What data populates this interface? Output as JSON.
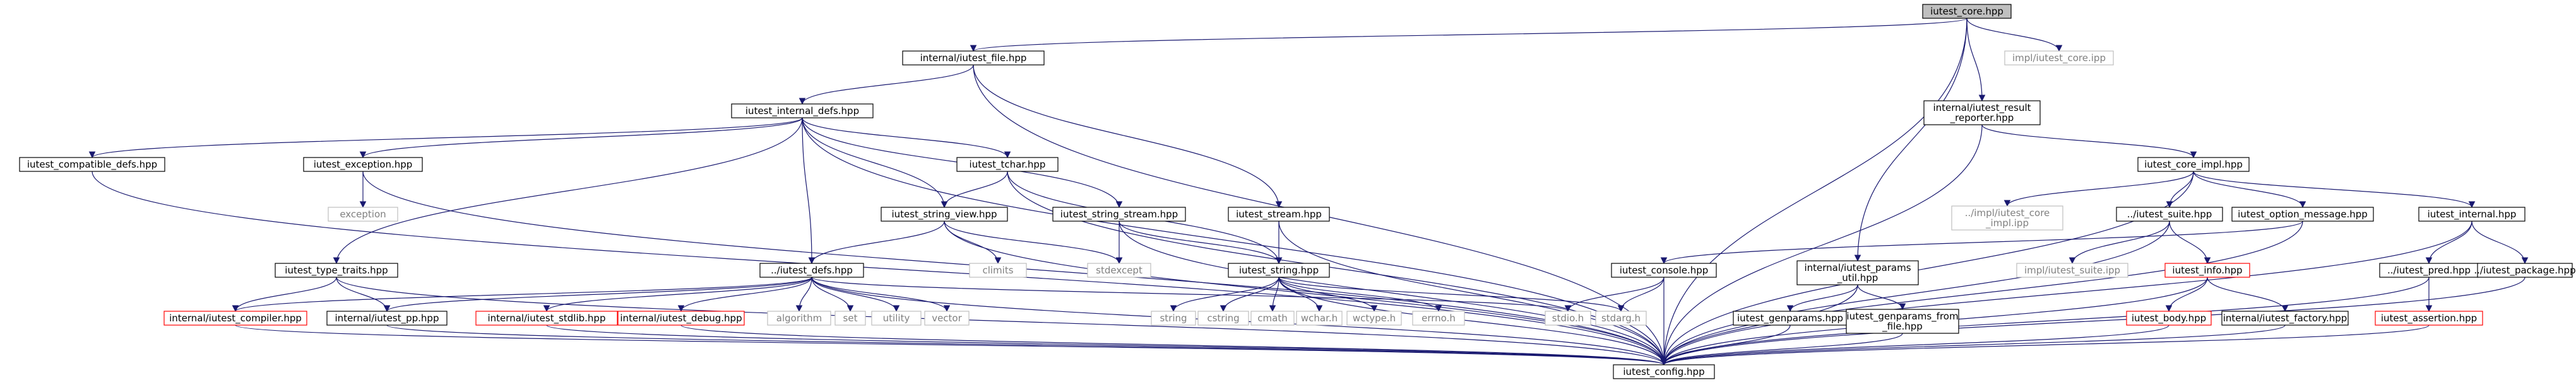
{
  "colors": {
    "edge": "#191970",
    "node_border": "#000000",
    "node_fill": "#ffffff",
    "root_fill": "#bfbfbf",
    "missing_border": "#bfbfbf",
    "missing_text": "#808080",
    "missing_fill": "#ffffff",
    "broken_border": "#ff0000",
    "text": "#000000"
  },
  "nodes": [
    {
      "id": "core",
      "lines": [
        "iutest_core.hpp"
      ],
      "kind": "root"
    },
    {
      "id": "file",
      "lines": [
        "internal/iutest_file.hpp"
      ],
      "kind": "normal"
    },
    {
      "id": "core_ipp",
      "lines": [
        "impl/iutest_core.ipp"
      ],
      "kind": "missing"
    },
    {
      "id": "internal_defs",
      "lines": [
        "iutest_internal_defs.hpp"
      ],
      "kind": "normal"
    },
    {
      "id": "result_reporter",
      "lines": [
        "internal/iutest_result",
        "_reporter.hpp"
      ],
      "kind": "normal"
    },
    {
      "id": "compatible_defs",
      "lines": [
        "iutest_compatible_defs.hpp"
      ],
      "kind": "normal"
    },
    {
      "id": "exception_hpp",
      "lines": [
        "iutest_exception.hpp"
      ],
      "kind": "normal"
    },
    {
      "id": "tchar",
      "lines": [
        "iutest_tchar.hpp"
      ],
      "kind": "normal"
    },
    {
      "id": "core_impl",
      "lines": [
        "iutest_core_impl.hpp"
      ],
      "kind": "normal"
    },
    {
      "id": "exception",
      "lines": [
        "exception"
      ],
      "kind": "missing"
    },
    {
      "id": "string_view",
      "lines": [
        "iutest_string_view.hpp"
      ],
      "kind": "normal"
    },
    {
      "id": "string_stream",
      "lines": [
        "iutest_string_stream.hpp"
      ],
      "kind": "normal"
    },
    {
      "id": "stream",
      "lines": [
        "iutest_stream.hpp"
      ],
      "kind": "normal"
    },
    {
      "id": "core_impl_ipp",
      "lines": [
        "../impl/iutest_core",
        "_impl.ipp"
      ],
      "kind": "missing"
    },
    {
      "id": "suite",
      "lines": [
        "../iutest_suite.hpp"
      ],
      "kind": "normal"
    },
    {
      "id": "option_message",
      "lines": [
        "iutest_option_message.hpp"
      ],
      "kind": "normal"
    },
    {
      "id": "internal_hpp",
      "lines": [
        "iutest_internal.hpp"
      ],
      "kind": "normal"
    },
    {
      "id": "type_traits",
      "lines": [
        "iutest_type_traits.hpp"
      ],
      "kind": "normal"
    },
    {
      "id": "defs",
      "lines": [
        "../iutest_defs.hpp"
      ],
      "kind": "normal"
    },
    {
      "id": "climits",
      "lines": [
        "climits"
      ],
      "kind": "missing"
    },
    {
      "id": "stdexcept",
      "lines": [
        "stdexcept"
      ],
      "kind": "missing"
    },
    {
      "id": "string_hpp",
      "lines": [
        "iutest_string.hpp"
      ],
      "kind": "normal"
    },
    {
      "id": "console",
      "lines": [
        "iutest_console.hpp"
      ],
      "kind": "normal"
    },
    {
      "id": "params_util",
      "lines": [
        "internal/iutest_params",
        "_util.hpp"
      ],
      "kind": "normal"
    },
    {
      "id": "suite_ipp",
      "lines": [
        "impl/iutest_suite.ipp"
      ],
      "kind": "missing"
    },
    {
      "id": "info",
      "lines": [
        "iutest_info.hpp"
      ],
      "kind": "broken"
    },
    {
      "id": "pred",
      "lines": [
        "../iutest_pred.hpp"
      ],
      "kind": "normal"
    },
    {
      "id": "package",
      "lines": [
        "../iutest_package.hpp"
      ],
      "kind": "normal"
    },
    {
      "id": "compiler",
      "lines": [
        "internal/iutest_compiler.hpp"
      ],
      "kind": "broken"
    },
    {
      "id": "pp",
      "lines": [
        "internal/iutest_pp.hpp"
      ],
      "kind": "normal"
    },
    {
      "id": "stdlib",
      "lines": [
        "internal/iutest_stdlib.hpp"
      ],
      "kind": "broken"
    },
    {
      "id": "debug",
      "lines": [
        "internal/iutest_debug.hpp"
      ],
      "kind": "broken"
    },
    {
      "id": "algorithm",
      "lines": [
        "algorithm"
      ],
      "kind": "missing"
    },
    {
      "id": "set",
      "lines": [
        "set"
      ],
      "kind": "missing"
    },
    {
      "id": "utility",
      "lines": [
        "utility"
      ],
      "kind": "missing"
    },
    {
      "id": "vector",
      "lines": [
        "vector"
      ],
      "kind": "missing"
    },
    {
      "id": "string",
      "lines": [
        "string"
      ],
      "kind": "missing"
    },
    {
      "id": "cstring",
      "lines": [
        "cstring"
      ],
      "kind": "missing"
    },
    {
      "id": "cmath",
      "lines": [
        "cmath"
      ],
      "kind": "missing"
    },
    {
      "id": "wchar",
      "lines": [
        "wchar.h"
      ],
      "kind": "missing"
    },
    {
      "id": "wctype",
      "lines": [
        "wctype.h"
      ],
      "kind": "missing"
    },
    {
      "id": "errno",
      "lines": [
        "errno.h"
      ],
      "kind": "missing"
    },
    {
      "id": "stdio",
      "lines": [
        "stdio.h"
      ],
      "kind": "missing"
    },
    {
      "id": "stdarg",
      "lines": [
        "stdarg.h"
      ],
      "kind": "missing"
    },
    {
      "id": "genparams",
      "lines": [
        "iutest_genparams.hpp"
      ],
      "kind": "normal"
    },
    {
      "id": "genparams_from_file",
      "lines": [
        "iutest_genparams_from",
        "_file.hpp"
      ],
      "kind": "normal"
    },
    {
      "id": "body",
      "lines": [
        "iutest_body.hpp"
      ],
      "kind": "broken"
    },
    {
      "id": "factory",
      "lines": [
        "internal/iutest_factory.hpp"
      ],
      "kind": "normal"
    },
    {
      "id": "assertion",
      "lines": [
        "iutest_assertion.hpp"
      ],
      "kind": "broken"
    },
    {
      "id": "config",
      "lines": [
        "iutest_config.hpp"
      ],
      "kind": "normal"
    }
  ],
  "edges": [
    [
      "core",
      "file"
    ],
    [
      "core",
      "core_ipp"
    ],
    [
      "core",
      "result_reporter"
    ],
    [
      "core",
      "params_util"
    ],
    [
      "core",
      "config"
    ],
    [
      "file",
      "internal_defs"
    ],
    [
      "file",
      "stream"
    ],
    [
      "file",
      "config"
    ],
    [
      "internal_defs",
      "compatible_defs"
    ],
    [
      "internal_defs",
      "exception_hpp"
    ],
    [
      "internal_defs",
      "tchar"
    ],
    [
      "internal_defs",
      "string_view"
    ],
    [
      "internal_defs",
      "string_stream"
    ],
    [
      "internal_defs",
      "type_traits"
    ],
    [
      "internal_defs",
      "defs"
    ],
    [
      "internal_defs",
      "config"
    ],
    [
      "compatible_defs",
      "config"
    ],
    [
      "exception_hpp",
      "exception"
    ],
    [
      "exception_hpp",
      "config"
    ],
    [
      "tchar",
      "string_view"
    ],
    [
      "tchar",
      "string_hpp"
    ],
    [
      "tchar",
      "config"
    ],
    [
      "string_view",
      "defs"
    ],
    [
      "string_view",
      "climits"
    ],
    [
      "string_view",
      "stdexcept"
    ],
    [
      "string_view",
      "config"
    ],
    [
      "string_stream",
      "stdexcept"
    ],
    [
      "string_stream",
      "string_hpp"
    ],
    [
      "string_stream",
      "config"
    ],
    [
      "stream",
      "string_hpp"
    ],
    [
      "stream",
      "config"
    ],
    [
      "result_reporter",
      "core_impl"
    ],
    [
      "result_reporter",
      "config"
    ],
    [
      "core_impl",
      "core_impl_ipp"
    ],
    [
      "core_impl",
      "suite"
    ],
    [
      "core_impl",
      "option_message"
    ],
    [
      "core_impl",
      "internal_hpp"
    ],
    [
      "core_impl",
      "config"
    ],
    [
      "suite",
      "suite_ipp"
    ],
    [
      "suite",
      "info"
    ],
    [
      "suite",
      "config"
    ],
    [
      "option_message",
      "console"
    ],
    [
      "option_message",
      "config"
    ],
    [
      "internal_hpp",
      "pred"
    ],
    [
      "internal_hpp",
      "package"
    ],
    [
      "internal_hpp",
      "config"
    ],
    [
      "type_traits",
      "compiler"
    ],
    [
      "type_traits",
      "pp"
    ],
    [
      "type_traits",
      "config"
    ],
    [
      "defs",
      "compiler"
    ],
    [
      "defs",
      "pp"
    ],
    [
      "defs",
      "stdlib"
    ],
    [
      "defs",
      "debug"
    ],
    [
      "defs",
      "algorithm"
    ],
    [
      "defs",
      "set"
    ],
    [
      "defs",
      "utility"
    ],
    [
      "defs",
      "vector"
    ],
    [
      "defs",
      "stdio"
    ],
    [
      "defs",
      "config"
    ],
    [
      "string_hpp",
      "string"
    ],
    [
      "string_hpp",
      "cstring"
    ],
    [
      "string_hpp",
      "cmath"
    ],
    [
      "string_hpp",
      "wchar"
    ],
    [
      "string_hpp",
      "wctype"
    ],
    [
      "string_hpp",
      "errno"
    ],
    [
      "string_hpp",
      "stdarg"
    ],
    [
      "string_hpp",
      "config"
    ],
    [
      "console",
      "stdio"
    ],
    [
      "console",
      "stdarg"
    ],
    [
      "console",
      "config"
    ],
    [
      "params_util",
      "genparams"
    ],
    [
      "params_util",
      "genparams_from_file"
    ],
    [
      "params_util",
      "config"
    ],
    [
      "genparams",
      "config"
    ],
    [
      "genparams_from_file",
      "config"
    ],
    [
      "info",
      "body"
    ],
    [
      "info",
      "factory"
    ],
    [
      "info",
      "config"
    ],
    [
      "body",
      "config"
    ],
    [
      "factory",
      "config"
    ],
    [
      "pred",
      "assertion"
    ],
    [
      "pred",
      "config"
    ],
    [
      "assertion",
      "config"
    ],
    [
      "package",
      "config"
    ],
    [
      "pp",
      "config"
    ],
    [
      "compiler",
      "config"
    ],
    [
      "stdlib",
      "config"
    ],
    [
      "debug",
      "config"
    ]
  ]
}
